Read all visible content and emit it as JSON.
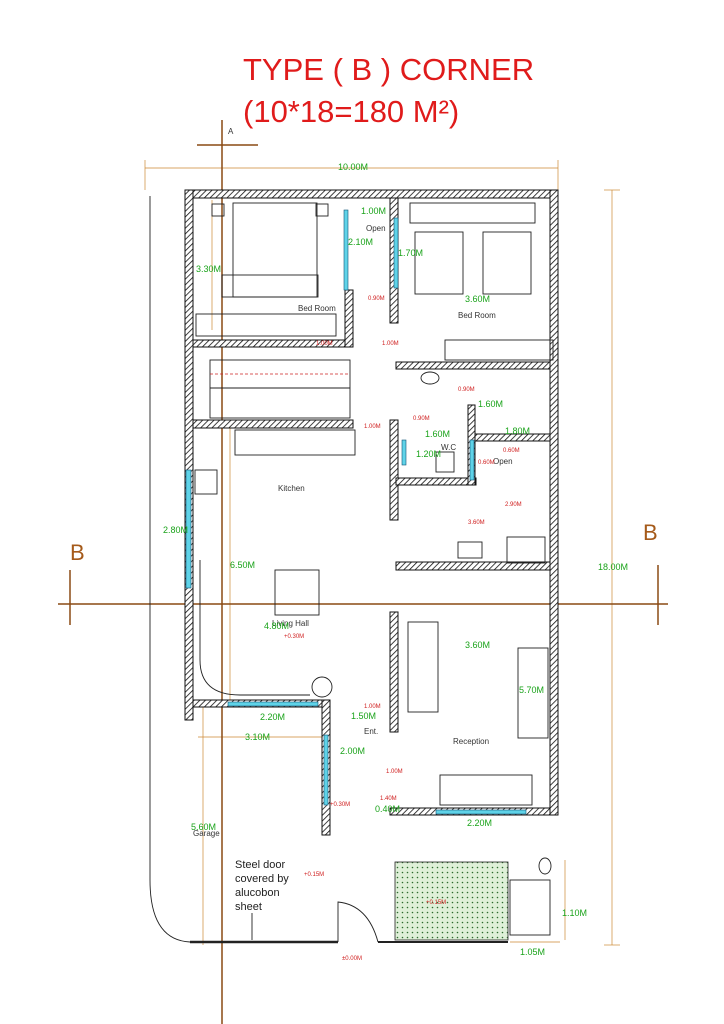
{
  "title": {
    "line1": "TYPE ( B ) CORNER",
    "line2": "(10*18=180 M²)"
  },
  "section_marks": {
    "left": "B",
    "right": "B",
    "top": "A"
  },
  "rooms": {
    "bed_room_1": "Bed Room",
    "bed_room_2": "Bed Room",
    "kitchen": "Kitchen",
    "living_hall": "Living Hall",
    "reception": "Reception",
    "wc": "W.C",
    "entrance": "Ent.",
    "garage": "Garage",
    "open_1": "Open",
    "open_2": "Open"
  },
  "notes": {
    "steel_door": [
      "Steel door",
      "covered by",
      "alucobon",
      "sheet"
    ]
  },
  "levels": {
    "l1": "+0.30M",
    "l2": "+0.30M",
    "l3": "+0.15M",
    "l4": "+0.15M",
    "l5": "±0.00M"
  },
  "dimensions": {
    "overall_width": "10.00M",
    "overall_length": "18.00M",
    "bed1_height": "3.30M",
    "open_width": "1.00M",
    "open_height": "2.10M",
    "bed2_top": "1.70M",
    "bed2_width": "3.60M",
    "d090a": "0.90M",
    "d100a": "1.00M",
    "d100b": "1.00M",
    "d100c": "1.00M",
    "d090b": "0.90M",
    "d160a": "1.60M",
    "d090c": "0.90M",
    "d160b": "1.60M",
    "d180": "1.80M",
    "d060a": "0.60M",
    "d120": "1.20M",
    "d060b": "0.60M",
    "d290": "2.90M",
    "d360a": "3.60M",
    "kitchen_h": "2.80M",
    "hall_h": "6.50M",
    "hall_w": "4.80M",
    "recep_w": "3.60M",
    "recep_h": "5.70M",
    "d220a": "2.20M",
    "d310": "3.10M",
    "d150": "1.50M",
    "d100d": "1.00M",
    "d200": "2.00M",
    "d100e": "1.00M",
    "d140": "1.40M",
    "d040": "0.40M",
    "d220b": "2.20M",
    "garage_h": "5.60M",
    "d110": "1.10M",
    "d105": "1.05M"
  }
}
